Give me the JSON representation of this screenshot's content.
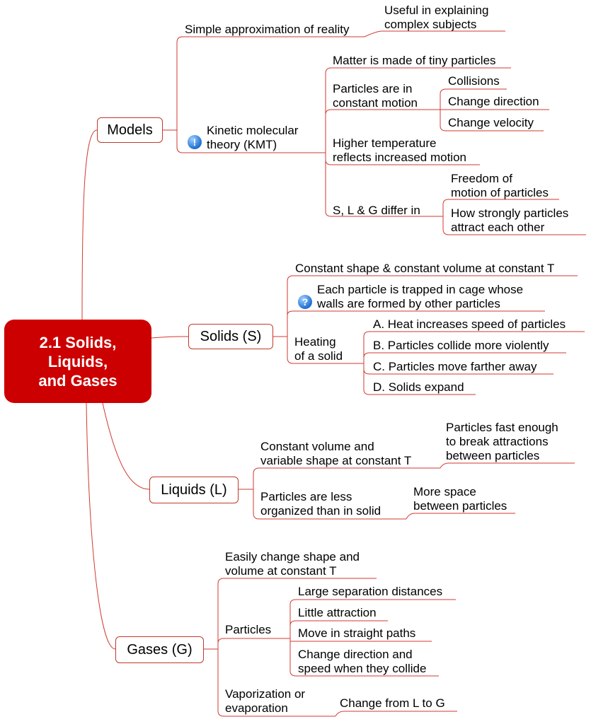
{
  "root": {
    "line1": "2.1 Solids,",
    "line2": "Liquids,",
    "line3": "and Gases"
  },
  "icons": {
    "important": "!",
    "question": "?",
    "important_name": "exclamation-icon",
    "question_name": "question-icon"
  },
  "models": {
    "label": "Models",
    "simple": "Simple approximation of reality",
    "useful_1": "Useful in explaining",
    "useful_2": "complex subjects",
    "kmt_1": "Kinetic molecular",
    "kmt_2": "theory (KMT)",
    "matter": "Matter is made of tiny particles",
    "motion_1": "Particles are in",
    "motion_2": "constant motion",
    "collisions": "Collisions",
    "change_direction": "Change direction",
    "change_velocity": "Change velocity",
    "temp_1": "Higher temperature",
    "temp_2": "reflects increased motion",
    "differ": "S, L & G differ in",
    "freedom_1": "Freedom of",
    "freedom_2": "motion of particles",
    "attract_1": "How strongly particles",
    "attract_2": "attract each other"
  },
  "solids": {
    "label": "Solids (S)",
    "constant": "Constant shape & constant volume at constant T",
    "cage_1": "Each particle is trapped in cage whose",
    "cage_2": "walls are formed by other particles",
    "heating_1": "Heating",
    "heating_2": "of a solid",
    "a": "A. Heat increases speed of particles",
    "b": "B. Particles collide more violently",
    "c": "C. Particles move farther away",
    "d": "D. Solids expand"
  },
  "liquids": {
    "label": "Liquids (L)",
    "volume_1": "Constant volume and",
    "volume_2": "variable shape at constant T",
    "fast_1": "Particles fast enough",
    "fast_2": "to break attractions",
    "fast_3": "between particles",
    "org_1": "Particles are less",
    "org_2": "organized than in solid",
    "space_1": "More space",
    "space_2": "between particles"
  },
  "gases": {
    "label": "Gases (G)",
    "easily_1": "Easily change shape and",
    "easily_2": "volume at constant T",
    "particles": "Particles",
    "separation": "Large separation distances",
    "little": "Little attraction",
    "straight": "Move in straight paths",
    "collide_1": "Change direction and",
    "collide_2": "speed when they collide",
    "vapor_1": "Vaporization or",
    "vapor_2": "evaporation",
    "l_to_g": "Change from L to G"
  }
}
